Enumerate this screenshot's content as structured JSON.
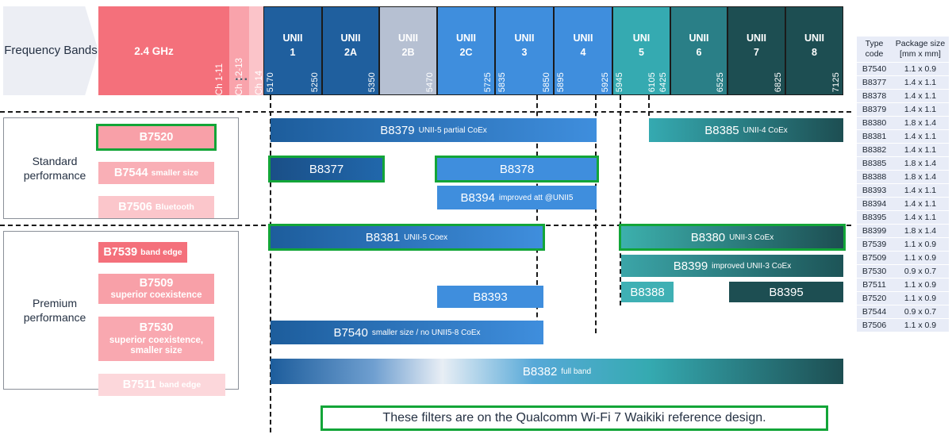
{
  "header": {
    "chevron_label": "Frequency Bands",
    "ellipsis": "...",
    "band24": {
      "label": "2.4 GHz",
      "channels": [
        "Ch 1-11",
        "Ch 12-13",
        "Ch 14"
      ]
    },
    "unii_bands": [
      {
        "name": "UNII",
        "num": "1",
        "freqs": [
          "5170",
          "5250"
        ],
        "color": "#1f5f9e"
      },
      {
        "name": "UNII",
        "num": "2A",
        "freqs": [
          "5350"
        ],
        "color": "#1f5f9e"
      },
      {
        "name": "UNII",
        "num": "2B",
        "freqs": [
          "5470"
        ],
        "color": "#b6c0d2"
      },
      {
        "name": "UNII",
        "num": "2C",
        "freqs": [
          "5725"
        ],
        "color": "#3f8edd"
      },
      {
        "name": "UNII",
        "num": "3",
        "freqs": [
          "5835",
          "5850"
        ],
        "color": "#3f8edd"
      },
      {
        "name": "UNII",
        "num": "4",
        "freqs": [
          "5895",
          "5925"
        ],
        "color": "#3f8edd"
      },
      {
        "name": "UNI",
        "num": "5",
        "freqs": [
          "5945",
          "6105",
          "6425"
        ],
        "color": "#35aab1"
      },
      {
        "name": "UNII",
        "num": "6",
        "freqs": [
          "6525"
        ],
        "color": "#2a7f87"
      },
      {
        "name": "UNII",
        "num": "7",
        "freqs": [
          "6825"
        ],
        "color": "#1d4e52"
      },
      {
        "name": "UNII",
        "num": "8",
        "freqs": [
          "7125"
        ],
        "color": "#1d4e52"
      }
    ]
  },
  "categories": [
    {
      "label": "Standard performance",
      "filters": [
        {
          "code": "B7520",
          "note": "",
          "highlight": true
        },
        {
          "code": "B7544",
          "note": "smaller size",
          "highlight": false
        },
        {
          "code": "B7506",
          "note": "Bluetooth",
          "highlight": false
        }
      ]
    },
    {
      "label": "Premium performance",
      "filters": [
        {
          "code": "B7539",
          "note": "band edge",
          "highlight": false
        },
        {
          "code": "B7509",
          "note": "superior coexistence",
          "highlight": false
        },
        {
          "code": "B7530",
          "note": "superior coexistence, smaller size",
          "highlight": false
        },
        {
          "code": "B7511",
          "note": "band edge",
          "highlight": false
        }
      ]
    }
  ],
  "filter_bars": [
    {
      "code": "B8379",
      "note": "UNII-5 partial CoEx",
      "highlight": false
    },
    {
      "code": "B8385",
      "note": "UNII-4 CoEx",
      "highlight": false
    },
    {
      "code": "B8377",
      "note": "",
      "highlight": true
    },
    {
      "code": "B8378",
      "note": "",
      "highlight": true
    },
    {
      "code": "B8394",
      "note": "improved att @UNII5",
      "highlight": false
    },
    {
      "code": "B8381",
      "note": "UNII-5 Coex",
      "highlight": true
    },
    {
      "code": "B8380",
      "note": "UNII-3 CoEx",
      "highlight": true
    },
    {
      "code": "B8399",
      "note": "improved UNII-3 CoEx",
      "highlight": false
    },
    {
      "code": "B8388",
      "note": "",
      "highlight": false
    },
    {
      "code": "B8395",
      "note": "",
      "highlight": false
    },
    {
      "code": "B8393",
      "note": "",
      "highlight": false
    },
    {
      "code": "B7540",
      "note": "smaller size / no UNII5-8 CoEx",
      "highlight": false
    },
    {
      "code": "B8382",
      "note": "full band",
      "highlight": false
    }
  ],
  "table": {
    "headers": [
      "Type code",
      "Package size [mm x mm]"
    ],
    "header_lines": [
      [
        "Type",
        "code"
      ],
      [
        "Package size",
        "[mm x mm]"
      ]
    ],
    "rows": [
      [
        "B7540",
        "1.1 x 0.9"
      ],
      [
        "B8377",
        "1.4 x 1.1"
      ],
      [
        "B8378",
        "1.4 x 1.1"
      ],
      [
        "B8379",
        "1.4 x 1.1"
      ],
      [
        "B8380",
        "1.8 x 1.4"
      ],
      [
        "B8381",
        "1.4 x 1.1"
      ],
      [
        "B8382",
        "1.4 x 1.1"
      ],
      [
        "B8385",
        "1.8 x 1.4"
      ],
      [
        "B8388",
        "1.8 x 1.4"
      ],
      [
        "B8393",
        "1.4 x 1.1"
      ],
      [
        "B8394",
        "1.4 x 1.1"
      ],
      [
        "B8395",
        "1.4 x 1.1"
      ],
      [
        "B8399",
        "1.8 x 1.4"
      ],
      [
        "B7539",
        "1.1 x 0.9"
      ],
      [
        "B7509",
        "1.1 x 0.9"
      ],
      [
        "B7530",
        "0.9 x 0.7"
      ],
      [
        "B7511",
        "1.1 x 0.9"
      ],
      [
        "B7520",
        "1.1 x 0.9"
      ],
      [
        "B7544",
        "0.9 x 0.7"
      ],
      [
        "B7506",
        "1.1 x 0.9"
      ]
    ]
  },
  "caption": "These filters are on the Qualcomm Wi-Fi 7 Waikiki reference design.",
  "colors": {
    "highlight_green": "#13a538",
    "pink_strong": "#f4707b",
    "pink_mid": "#f9a3ab",
    "pink_light": "#fbc4c9",
    "pink_lightest": "#fcd7db",
    "blue_dark": "#1f5f9e",
    "blue_mid": "#3f8edd",
    "teal": "#35aab1",
    "teal_dark": "#1d4e52",
    "grey_band": "#b6c0d2",
    "table_bg": "#e8ecf7"
  }
}
